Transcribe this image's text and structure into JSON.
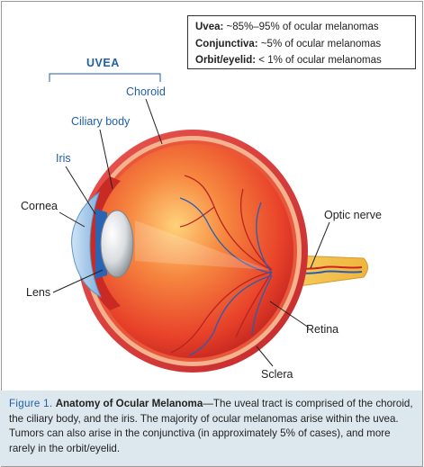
{
  "legend": {
    "rows": [
      {
        "term": "Uvea:",
        "text": " ~85%–95% of ocular melanomas"
      },
      {
        "term": "Conjunctiva:",
        "text": " ~5% of ocular melanomas"
      },
      {
        "term": "Orbit/eyelid:",
        "text": " < 1% of ocular melanomas"
      }
    ]
  },
  "diagram": {
    "uvea_title": "UVEA",
    "labels": {
      "choroid": "Choroid",
      "ciliary_body": "Ciliary body",
      "iris": "Iris",
      "cornea": "Cornea",
      "lens": "Lens",
      "optic_nerve": "Optic nerve",
      "retina": "Retina",
      "sclera": "Sclera"
    }
  },
  "caption": {
    "fig_label": "Figure 1.",
    "title": "Anatomy of Ocular Melanoma",
    "body": "—The uveal tract is comprised of the choroid, the ciliary body, and the iris. The majority of ocular melanomas arise within the uvea. Tumors can also arise in the conjunctiva (in approximately 5% of cases), and more rarely in the orbit/eyelid."
  },
  "colors": {
    "label_blue": "#1f5fa6",
    "caption_bg": "#dde8ee",
    "eye_red": "#e8412a",
    "optic_yellow": "#f2c14a"
  }
}
